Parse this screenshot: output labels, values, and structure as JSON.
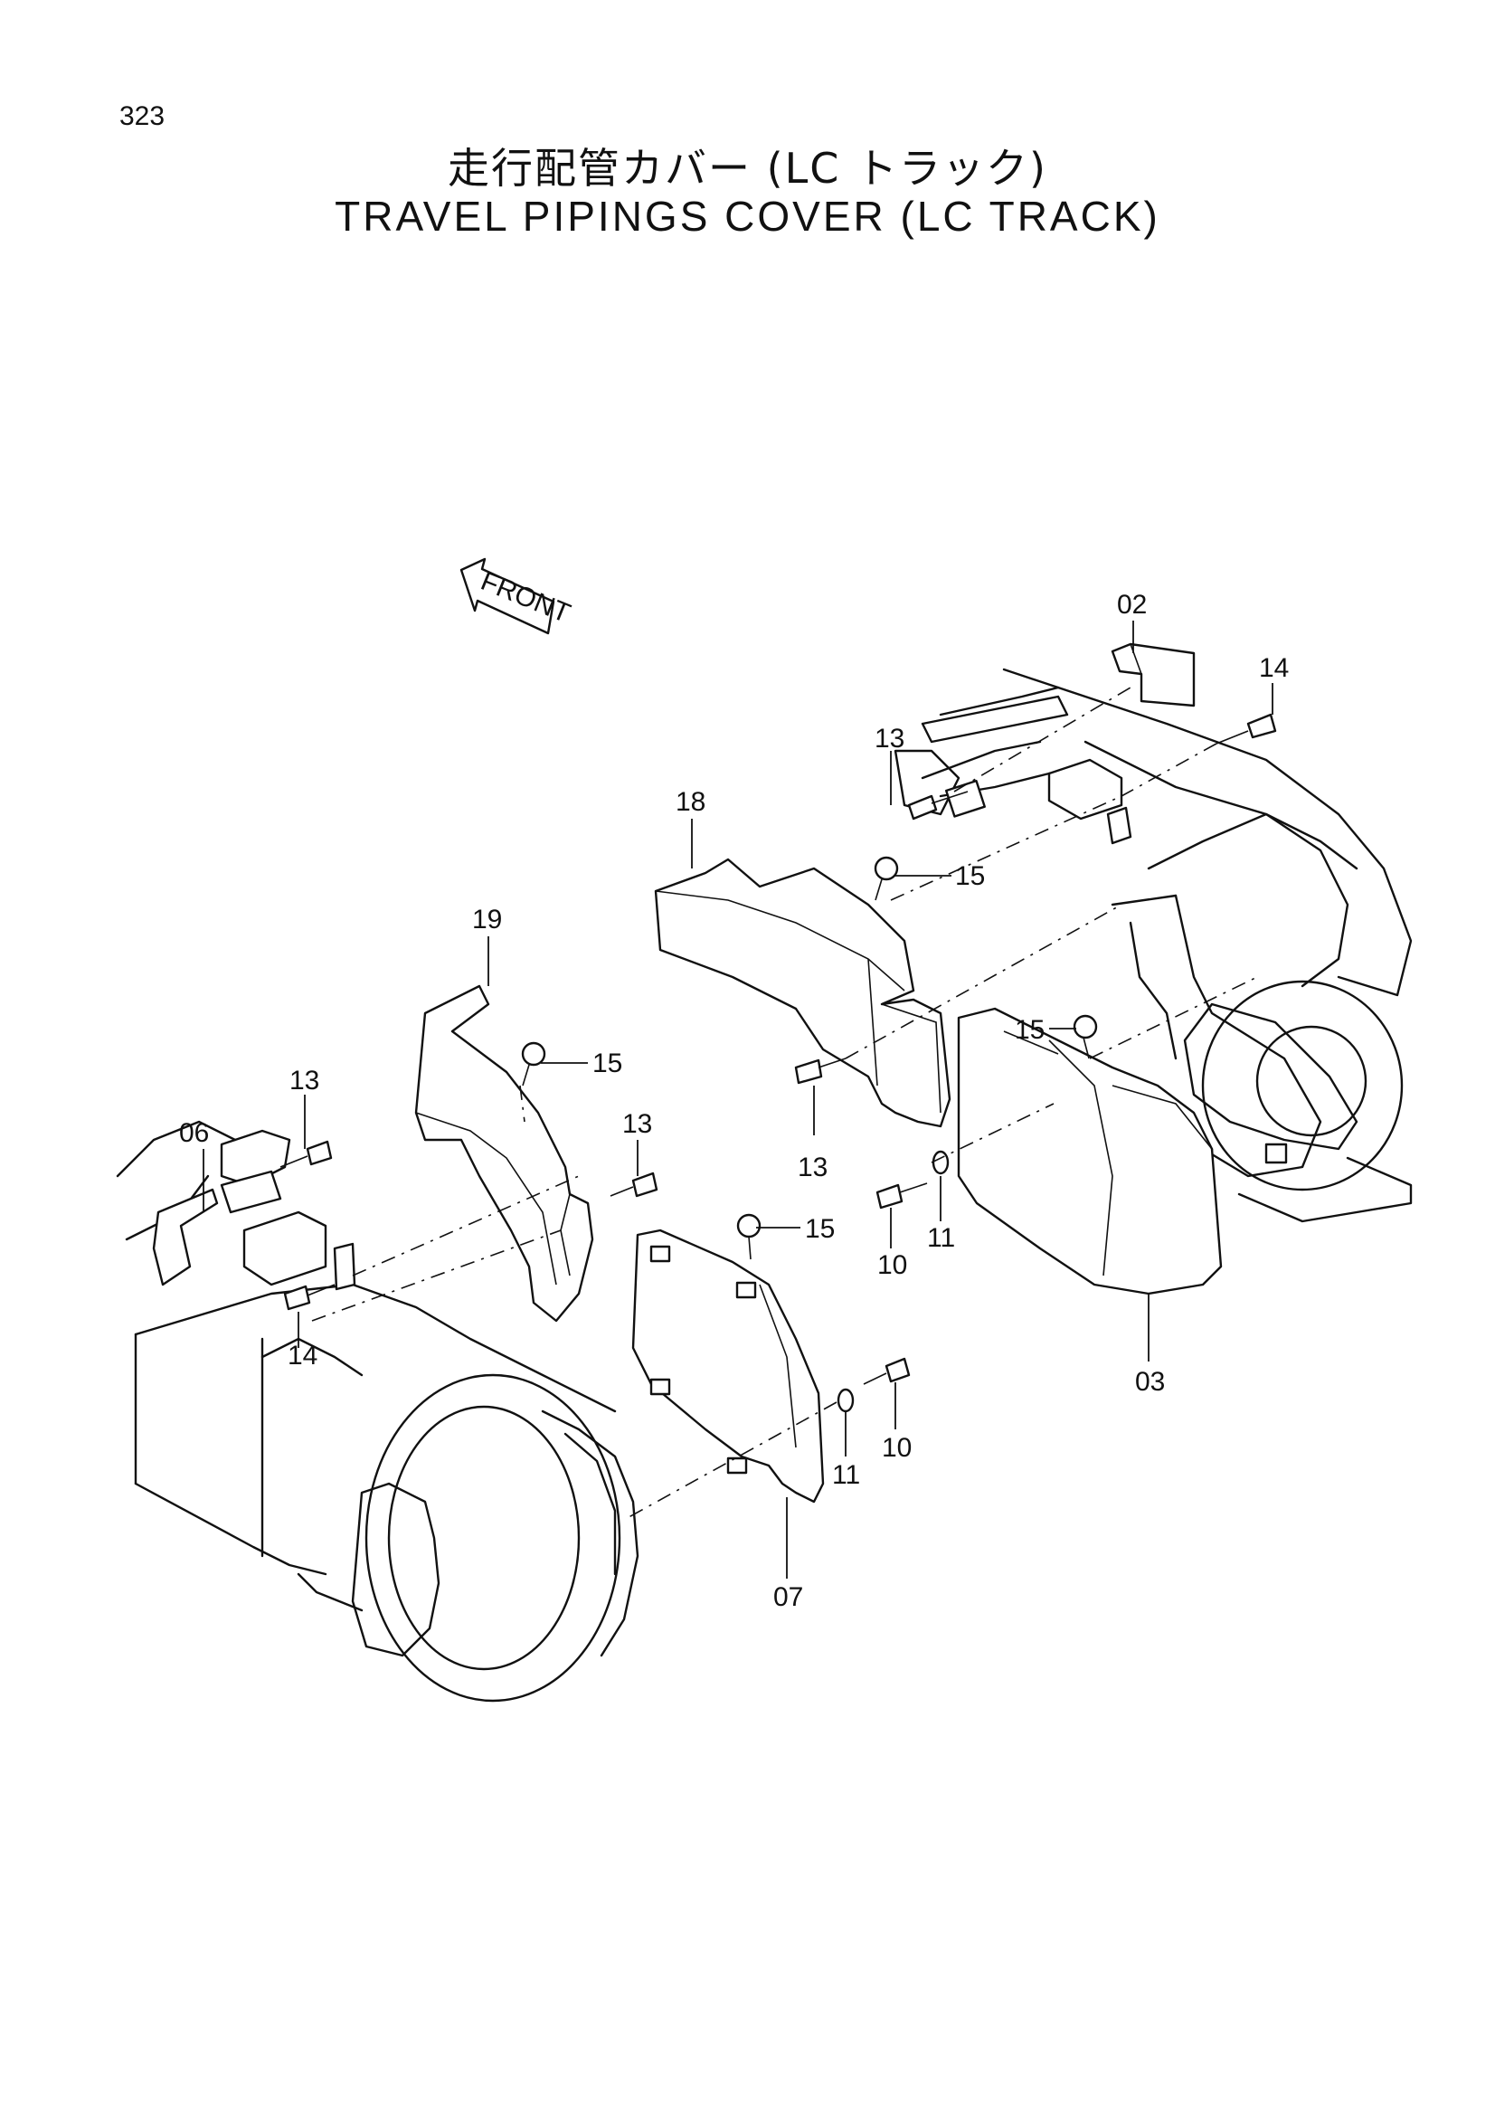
{
  "page_number": "323",
  "title_jp": "走行配管カバー (LC トラック)",
  "title_en": "TRAVEL PIPINGS COVER (LC TRACK)",
  "front_label": "FRONT",
  "callouts": {
    "c02": "02",
    "c03": "03",
    "c06": "06",
    "c07": "07",
    "c10a": "10",
    "c10b": "10",
    "c11a": "11",
    "c11b": "11",
    "c13a": "13",
    "c13b": "13",
    "c13c": "13",
    "c13d": "13",
    "c14a": "14",
    "c14b": "14",
    "c15a": "15",
    "c15b": "15",
    "c15c": "15",
    "c15d": "15",
    "c18": "18",
    "c19": "19"
  }
}
